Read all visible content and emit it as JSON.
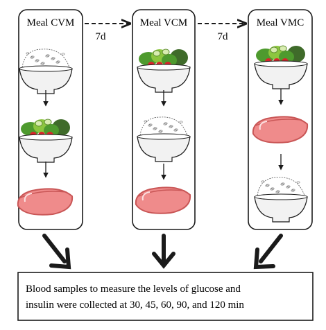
{
  "meals": [
    {
      "label": "Meal CVM",
      "sequence": [
        "rice",
        "salad",
        "meat"
      ]
    },
    {
      "label": "Meal VCM",
      "sequence": [
        "salad",
        "rice",
        "meat"
      ]
    },
    {
      "label": "Meal VMC",
      "sequence": [
        "salad",
        "meat",
        "rice"
      ]
    }
  ],
  "washout_labels": [
    "7d",
    "7d"
  ],
  "outcome_text_line1": "Blood samples to measure the levels of glucose and",
  "outcome_text_line2": "insulin were collected at 30, 45, 60, 90, and 120 min",
  "colors": {
    "lettuce": "#4e9a2e",
    "lettuce_light": "#8cc63f",
    "tomato": "#d9242b",
    "broccoli": "#3f6b2a",
    "meat": "#ef8b8b",
    "meat_dark": "#c95656",
    "bowl": "#f2f2f2",
    "outline": "#1a1a1a"
  }
}
